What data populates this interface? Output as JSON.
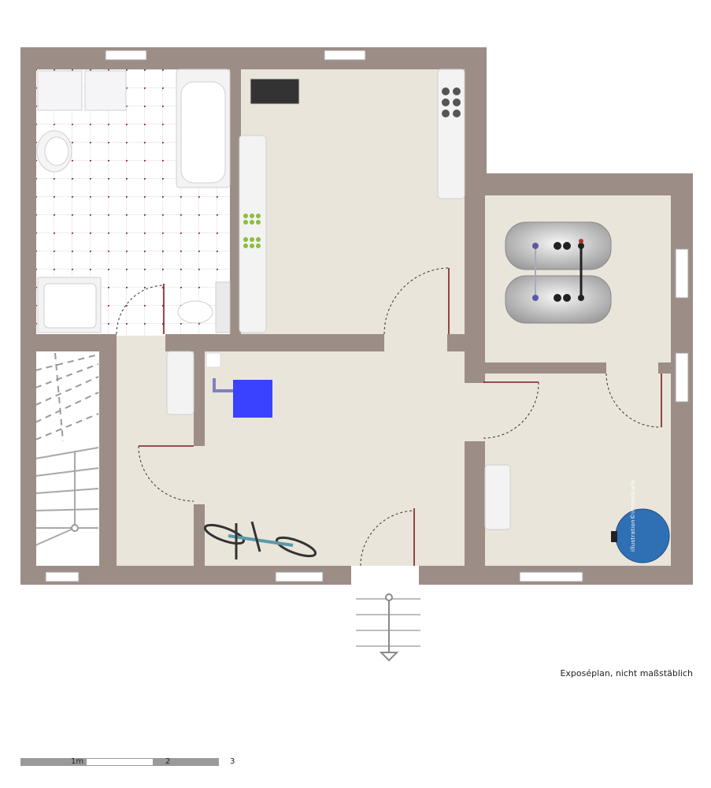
{
  "caption": "Exposéplan, nicht maßstäblich",
  "credit": "illustration©immoGrafik",
  "scale": {
    "labels": [
      "1m",
      "2",
      "3"
    ]
  },
  "colors": {
    "wall": "#9c8d87",
    "floor": "#e9e5da",
    "tile": "#ffffff",
    "tile_dot": "#8a3b36",
    "door_leaf": "#7a1f1f",
    "fixture": "#f3f3f3",
    "boiler": "#3a42ff",
    "tank_round": "#2f6fb3",
    "window": "#ffffff"
  }
}
